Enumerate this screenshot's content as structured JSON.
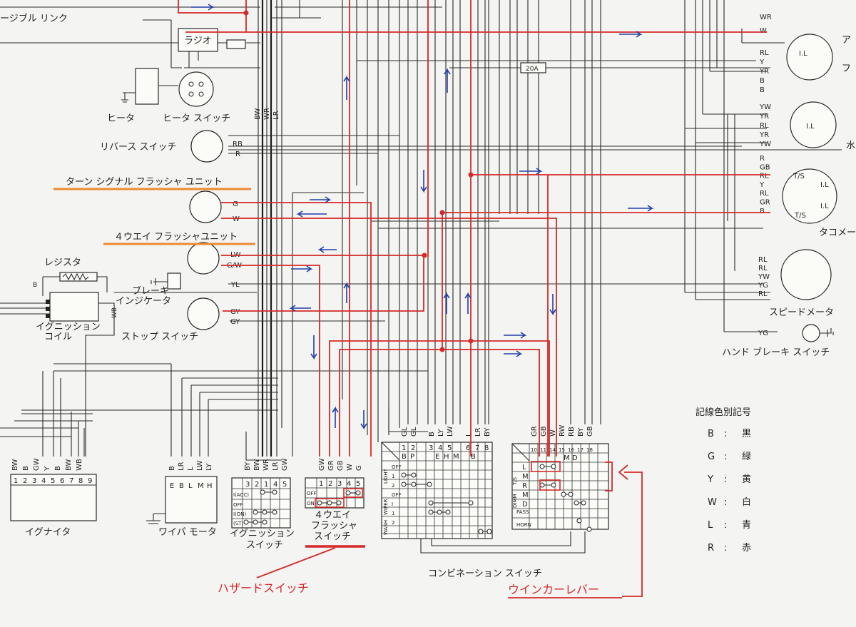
{
  "labels": {
    "audible_link": "ージブル リンク",
    "radio": "ラジオ",
    "heater": "ヒータ",
    "heater_switch": "ヒータ スイッチ",
    "reverse_switch": "リバース スイッチ",
    "turn_flasher": "ターン シグナル フラッシャ ユニット",
    "four_way_flasher": "４ウエイ フラッシャユニット",
    "resistor": "レジスタ",
    "brake_indicator": "ブレーキ\nインジケータ",
    "ignition_coil": "イグニッション\nコイル",
    "stop_switch": "ストップ スイッチ",
    "igniter": "イグナイタ",
    "wiper_motor": "ワイパ モータ",
    "ignition_switch": "イグニッション\nスイッチ",
    "four_way_switch": "４ウエイ\nフラッシャ\nスイッチ",
    "hazard_switch": "ハザードスイッチ",
    "combination_switch": "コンビネーション スイッチ",
    "winker_lever": "ウインカーレバー",
    "speedometer": "スピードメータ",
    "tachometer": "タコメー",
    "hand_brake_switch": "ハンド ブレーキ スイッチ",
    "fuse": "20A",
    "right_a": "ア",
    "right_fu": "フ",
    "right_mizu": "水"
  },
  "legend": {
    "title": "記線色別記号",
    "items": [
      {
        "code": "B",
        "name": "黒"
      },
      {
        "code": "G",
        "name": "緑"
      },
      {
        "code": "Y",
        "name": "黄"
      },
      {
        "code": "W",
        "name": "白"
      },
      {
        "code": "L",
        "name": "青"
      },
      {
        "code": "R",
        "name": "赤"
      }
    ]
  },
  "wire_labels": {
    "top_cols": [
      "BW",
      "WR",
      "LR"
    ],
    "reverse": [
      "RB",
      "R"
    ],
    "turn": [
      "G",
      "W"
    ],
    "four_way": [
      "LW",
      "G/W"
    ],
    "brake": [
      "YL"
    ],
    "stop": [
      "GY",
      "GY"
    ],
    "resistor_b": "B",
    "coil_wb": "WB",
    "igniter_cols": [
      "BW",
      "B",
      "GW",
      "Y",
      "B",
      "BW",
      "WB"
    ],
    "igniter_pins": [
      "1",
      "2",
      "3",
      "4",
      "5",
      "6",
      "7",
      "8",
      "9"
    ],
    "wiper_cols": [
      "B",
      "LR",
      "L",
      "LW",
      "LY"
    ],
    "wiper_pins": [
      "E",
      "B",
      "L",
      "M",
      "H"
    ],
    "ign_cols": [
      "BY",
      "BW",
      "WR",
      "LR",
      "GW"
    ],
    "ign_pins": [
      "3",
      "2",
      "1",
      "4",
      "5"
    ],
    "fw_cols": [
      "GW",
      "GR",
      "GB",
      "W",
      "G"
    ],
    "fw_pins": [
      "1",
      "2",
      "3",
      "4",
      "5"
    ],
    "fw_rows": [
      "OFF",
      "ON"
    ],
    "comb_left_cols": [
      "GL",
      "GL",
      "B",
      "LY",
      "LW",
      "L",
      "LR",
      "BY"
    ],
    "comb_left_pins": [
      "1",
      "2",
      "3",
      "4",
      "5",
      "6",
      "7",
      "8"
    ],
    "comb_left_sub": [
      "B",
      "P",
      "E",
      "H",
      "M",
      "B"
    ],
    "comb_left_rows": [
      "OFF",
      "1",
      "2",
      "OFF",
      "I",
      "1",
      "2"
    ],
    "comb_left_groups": [
      "LIGHT",
      "WIPER",
      "WASH"
    ],
    "comb_right_cols": [
      "GR",
      "GB",
      "W",
      "RW",
      "RB",
      "BY",
      "GB"
    ],
    "comb_right_pins": [
      "10",
      "11",
      "14",
      "15",
      "16",
      "17",
      "18"
    ],
    "comb_right_sub": [
      "M",
      "D"
    ],
    "comb_right_rows": [
      "L",
      "M",
      "R",
      "M",
      "D"
    ],
    "comb_right_groups": [
      "T/S",
      "DIMM",
      "PASS",
      "HORN"
    ],
    "right_top": [
      "WR",
      "W"
    ],
    "gauge1": [
      "RL",
      "Y",
      "YR",
      "B",
      "B"
    ],
    "gauge1_pins": [
      "I.L"
    ],
    "gauge2": [
      "YW",
      "YR",
      "RL",
      "YR",
      "YW"
    ],
    "gauge2_pins": [
      "I.L"
    ],
    "tacho": [
      "R",
      "GB",
      "RL",
      "Y",
      "RL",
      "GR",
      "B"
    ],
    "tacho_pins": [
      "T/S",
      "I.L",
      "I.L",
      "T/S"
    ],
    "speedo": [
      "RL",
      "RL",
      "YW",
      "YG",
      "RL"
    ],
    "handbrake": [
      "YG"
    ]
  }
}
